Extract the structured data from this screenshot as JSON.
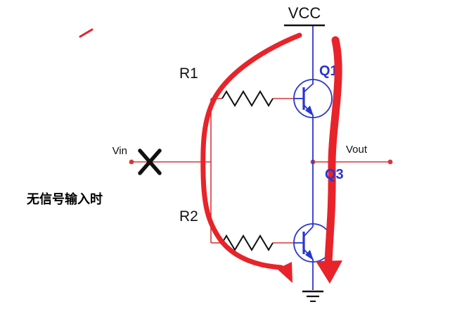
{
  "diagram": {
    "description": "push-pull output stage schematic with hand-drawn red annotation strokes",
    "labels": {
      "vcc": "VCC",
      "r1": "R1",
      "r2": "R2",
      "q_top": "Q1",
      "q_mid": "Q3",
      "vin": "Vin",
      "vout": "Vout",
      "annotation_cn": "无信号输入时"
    },
    "colors": {
      "wire": "#d03a3a",
      "device": "#2a35d0",
      "annotation": "#e8232a",
      "ink": "#111111"
    }
  }
}
